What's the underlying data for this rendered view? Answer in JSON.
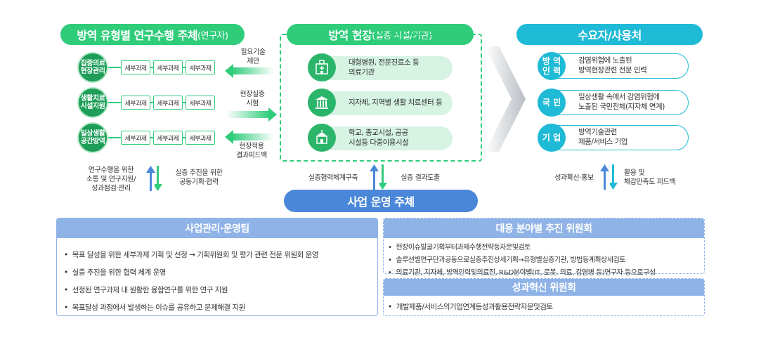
{
  "titles": {
    "left": "방역 유형별 연구수행 주체",
    "left_sub": "(연구자)",
    "center": "방역 현장",
    "center_sub": "(실증 시설/기관)",
    "right": "수요자/사용처",
    "operator": "사업 운영 주체"
  },
  "left_rows": [
    {
      "label": "집중의료\n현장관리",
      "tasks": [
        "세부과제",
        "세부과제",
        "세부과제"
      ]
    },
    {
      "label": "생활치료\n시설지원",
      "tasks": [
        "세부과제",
        "세부과제",
        "세부과제"
      ]
    },
    {
      "label": "일상생활\n공간방역",
      "tasks": [
        "세부과제",
        "세부과제",
        "세부과제"
      ]
    }
  ],
  "flow_labels": {
    "tech_proposal": "필요기술\n제안",
    "field_test": "현장실증\n시험",
    "feedback": "현장적용\n결과피드백"
  },
  "left_bottom": {
    "up": "연구수행을 위한\n소통 및 연구지원/\n성과점검·관리",
    "down": "실증 추진을 위한\n공동기획·협력"
  },
  "sites": [
    {
      "icon": "hospital-icon",
      "text": "대형병원, 전문진료소 등\n의료기관"
    },
    {
      "icon": "city-hall-icon",
      "text": "지자체, 지역별 생활 치료센터 등"
    },
    {
      "icon": "school-icon",
      "text": "학교, 종교시설, 공공\n시설등 다중이용시설"
    }
  ],
  "center_bottom": {
    "left": "실증협력체계구축",
    "right": "실증 결과도출"
  },
  "users": [
    {
      "label": "방 역\n인 력",
      "text": "감염위험에 노출된\n방역현장관련 전문 인력"
    },
    {
      "label": "국 민",
      "text": "일상생활 속에서 감염위험에\n노출된 국민전체(지자체 연계)"
    },
    {
      "label": "기 업",
      "text": "방역기술관련\n제품/서비스 기업"
    }
  ],
  "right_bottom": {
    "left": "성과확산·홍보",
    "right": "활용 및\n체감만족도 피드백"
  },
  "panels": {
    "management": {
      "title": "사업관리·운영팀",
      "items": [
        "목표 달성을 위한 세부과제 기획 및 선정 → 기획위원회 및 평가 관련 전문 위원회 운영",
        "실증 추진을 위한 협력 체계 운영",
        "선정된 연구과제 내 원활한 융합연구를 위한 연구 지원",
        "목표달성 과정에서 발생하는 이슈를 공유하고 문제해결 지원"
      ]
    },
    "committee": {
      "title": "대응 분야별 추진 위원회",
      "items": [
        "현장이슈발굴기획부터과제수행전략등자문및검토",
        "솔루션별연구단과공동으로실증추진상세기획→유형별실증기관, 방법등계획상세검토",
        "의료기관, 지자체, 방역인력및의료진, R&D분야별(IT, 로봇, 의료, 감염병 등)연구자 등으로구성"
      ]
    },
    "innovation": {
      "title": "성과혁신 위원회",
      "items": [
        "개발제품/서비스의기업연계등성과활용전략자문및검토"
      ]
    }
  },
  "colors": {
    "green": "#2fcc7a",
    "dark_green": "#1e9e59",
    "teal": "#1fbad6",
    "blue": "#4a87d8",
    "panel_blue": "#8fb3e6"
  }
}
